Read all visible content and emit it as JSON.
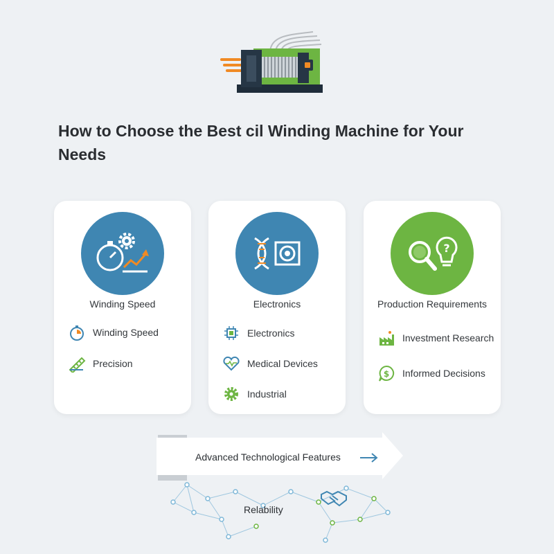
{
  "title": "How to Choose the Best cil Winding Machine for Your Needs",
  "colors": {
    "blue": "#3f86b2",
    "green": "#6db542",
    "orange": "#f08a24",
    "background": "#eef1f4"
  },
  "cards": [
    {
      "heading": "Winding Speed",
      "icon": "stopwatch-gear-growth-icon",
      "items": [
        {
          "label": "Winding Speed",
          "icon": "stopwatch-icon"
        },
        {
          "label": "Precision",
          "icon": "ruler-icon"
        }
      ]
    },
    {
      "heading": "Electronics",
      "icon": "dna-chip-icon",
      "items": [
        {
          "label": "Electronics",
          "icon": "microchip-icon"
        },
        {
          "label": "Medical Devices",
          "icon": "heartbeat-icon"
        },
        {
          "label": "Industrial",
          "icon": "gear-icon"
        }
      ]
    },
    {
      "heading": "Production Requirements",
      "icon": "magnifier-lightbulb-icon",
      "items": [
        {
          "label": "Investment Research",
          "icon": "factory-icon"
        },
        {
          "label": "Informed Decisions",
          "icon": "dollar-bubble-icon"
        }
      ]
    }
  ],
  "banner": {
    "label": "Advanced Technological Features",
    "icon": "arrow-right-icon"
  },
  "footer": {
    "label": "Relability",
    "icon": "handshake-icon"
  }
}
